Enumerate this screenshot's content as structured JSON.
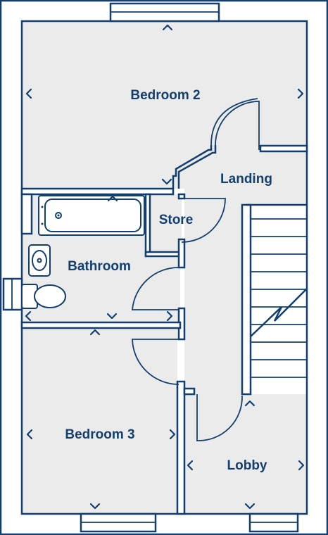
{
  "rooms": {
    "bedroom2": "Bedroom 2",
    "landing": "Landing",
    "store": "Store",
    "bathroom": "Bathroom",
    "bedroom3": "Bedroom 3",
    "lobby": "Lobby"
  },
  "colors": {
    "line": "#123f6f",
    "floor": "#ebebeb",
    "wall": "#ffffff"
  }
}
